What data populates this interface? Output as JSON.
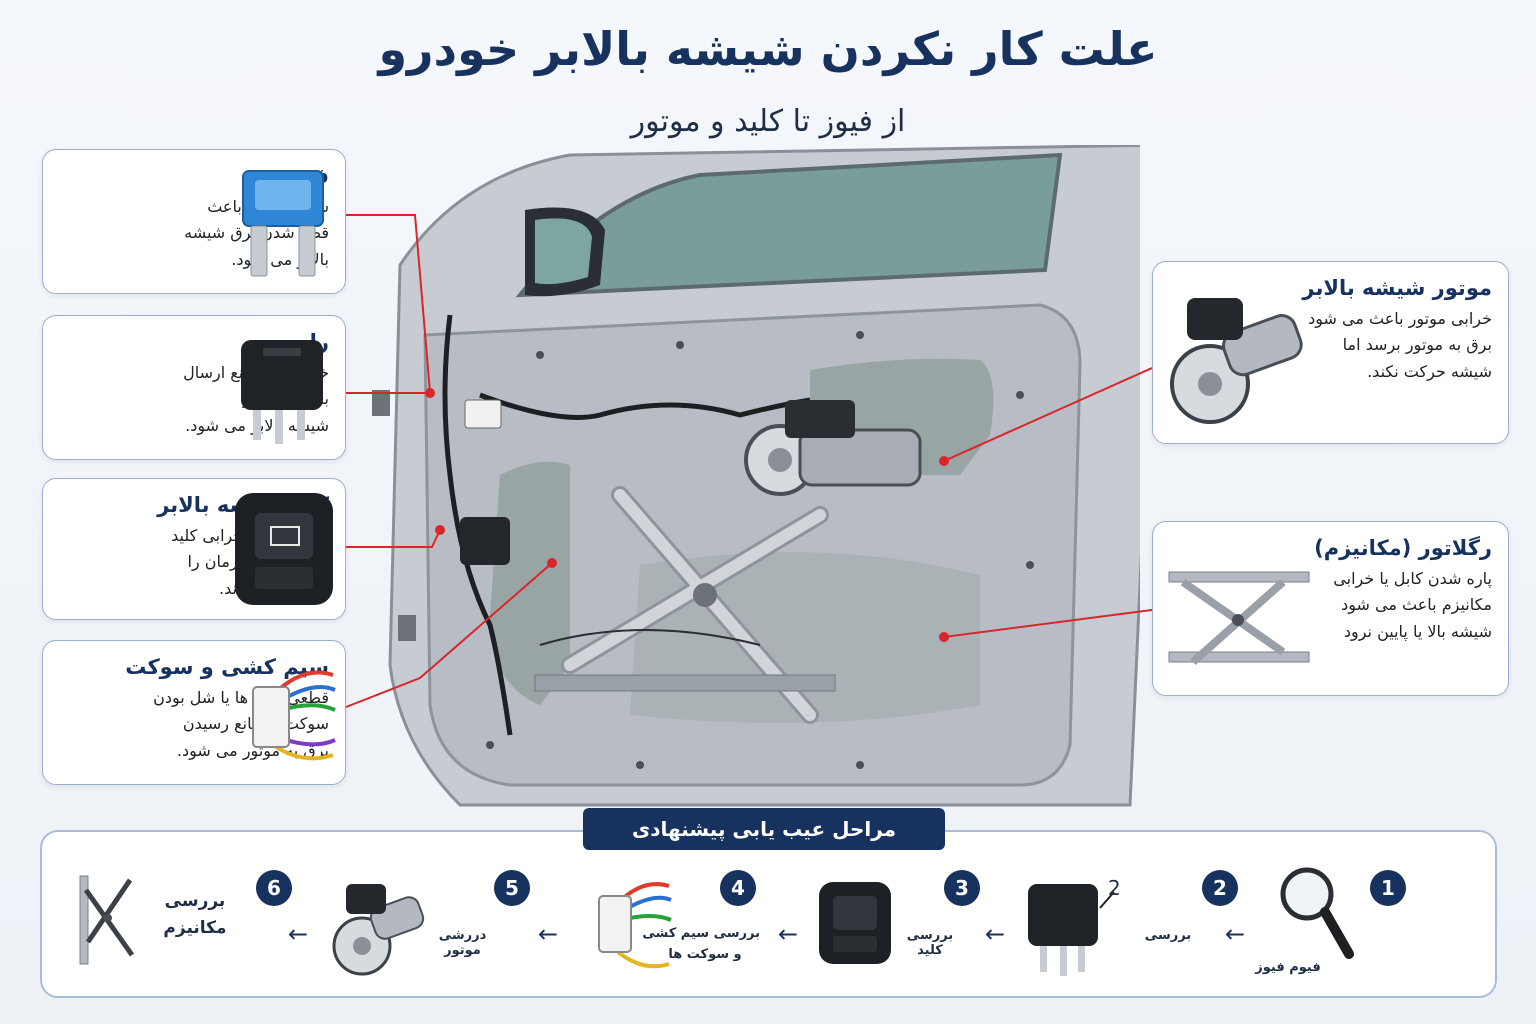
{
  "header": {
    "title": "علت کار نکردن شیشه بالابر خودرو",
    "subtitle": "از فیوز تا کلید و موتور"
  },
  "cards_left": [
    {
      "title": "فیوز",
      "text": [
        "سوختن فیوز باعث",
        "قطع شدن برق شیشه",
        "بالابر می شود."
      ],
      "icon": "fuse-icon"
    },
    {
      "title": "رله",
      "text": [
        "خرابی رله مانع ارسال",
        "برق به موتور",
        "شیشه بالابر می شود."
      ],
      "icon": "relay-icon"
    },
    {
      "title": "کلید شیشه بالابر",
      "text": [
        "فرسودگی یا خرابی کلید",
        "ممکن است فرمان را",
        "به موتور نرساند."
      ],
      "icon": "window-switch-icon"
    },
    {
      "title": "سیم کشی و سوکت",
      "text": [
        "قطعی سیم ها یا شل بودن",
        "سوکت ها مانع رسیدن",
        "برق به موتور می شود."
      ],
      "icon": "wiring-connector-icon"
    }
  ],
  "cards_right": [
    {
      "title": "موتور شیشه بالابر",
      "text": [
        "خرابی موتور باعث می شود",
        "برق به موتور برسد اما",
        "شیشه حرکت نکند."
      ],
      "icon": "window-motor-icon"
    },
    {
      "title": "رگلاتور (مکانیزم)",
      "text": [
        "پاره شدن کابل یا خرابی",
        "مکانیزم باعث می شود",
        "شیشه بالا یا پایین نرود"
      ],
      "icon": "regulator-icon"
    }
  ],
  "steps": {
    "title": "مراحل عیب یابی پیشنهادی",
    "items": [
      {
        "num": "1",
        "label": "فیوم فیوز",
        "icon": "magnifier-icon"
      },
      {
        "num": "2",
        "label": "بررسی",
        "icon": "relay-icon",
        "badge": "2"
      },
      {
        "num": "3",
        "label": "بررسی کلید",
        "icon": "window-switch-icon"
      },
      {
        "num": "4",
        "label": "بررسی سیم کشی\nو سوکت ها",
        "icon": "wiring-connector-icon"
      },
      {
        "num": "5",
        "label": "دررشی موتور",
        "icon": "window-motor-icon"
      },
      {
        "num": "6",
        "label": "بررسی\nمکانیزم",
        "icon": "regulator-icon"
      }
    ]
  },
  "colors": {
    "navy": "#17325e",
    "leader": "#d8262b",
    "card_border": "#9bb0cc",
    "door_metal": "#b9bec6",
    "glass": "#5f8f86"
  }
}
